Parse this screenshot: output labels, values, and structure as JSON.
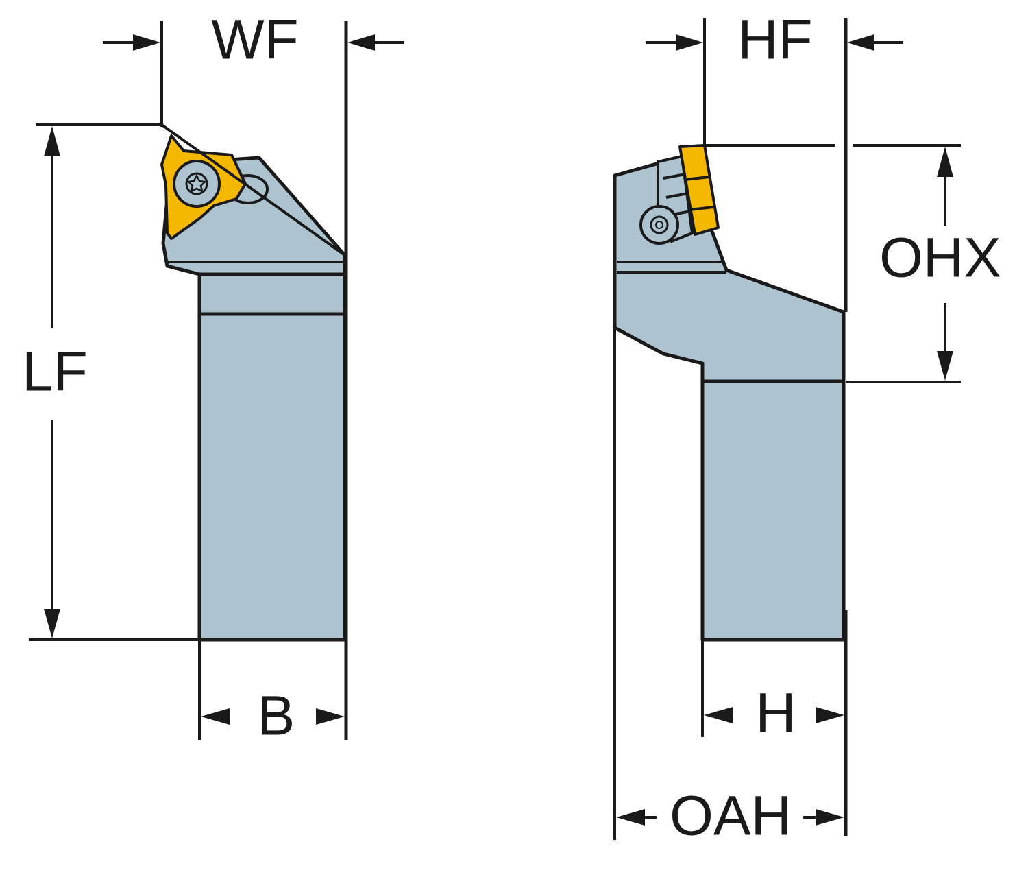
{
  "colors": {
    "tool_body": "#adc3cf",
    "insert": "#f5b800",
    "line": "#1a1a1a",
    "background": "#ffffff"
  },
  "front_view": {
    "labels": {
      "wf": "WF",
      "lf": "LF",
      "b": "B"
    }
  },
  "side_view": {
    "labels": {
      "hf": "HF",
      "ohx": "OHX",
      "h": "H",
      "oah": "OAH"
    }
  }
}
